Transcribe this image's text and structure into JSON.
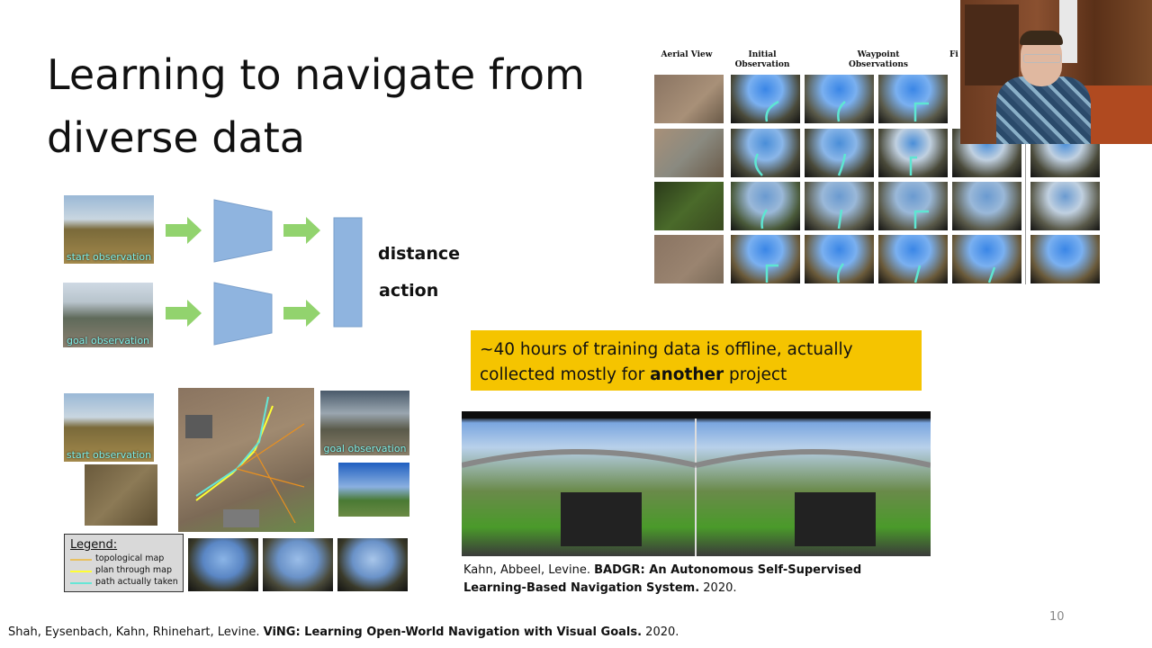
{
  "slide": {
    "title_line1": "Learning to navigate from",
    "title_line2": "diverse data",
    "page_number": "10"
  },
  "diagram": {
    "start_caption": "start observation",
    "goal_caption": "goal observation",
    "output_distance": "distance",
    "output_action": "action",
    "arrow_color": "#92d36e",
    "encoder_color": "#8fb4df"
  },
  "map_figure": {
    "start_caption": "start observation",
    "goal_caption": "goal observation",
    "legend": {
      "title": "Legend:",
      "items": [
        {
          "label": "topological map",
          "color": "#e8c060"
        },
        {
          "label": "plan through map",
          "color": "#ffff33"
        },
        {
          "label": "path actually taken",
          "color": "#66e6d6"
        }
      ]
    }
  },
  "callout": {
    "line1": "~40 hours of training data is offline, actually",
    "line2_prefix": "collected mostly for ",
    "line2_bold": "another",
    "line2_suffix": " project",
    "color": "#f5c400"
  },
  "grid_figure": {
    "headers": [
      "Aerial View",
      "Initial Observation",
      "Waypoint Observations",
      "Fi"
    ]
  },
  "citations": {
    "badgr_authors": "Kahn, Abbeel, Levine. ",
    "badgr_title": "BADGR: An Autonomous Self-Supervised Learning-Based Navigation System.",
    "badgr_year": " 2020.",
    "ving_authors": "Shah, Eysenbach, Kahn, Rhinehart, Levine. ",
    "ving_title": "ViNG: Learning Open-World Navigation with Visual Goals.",
    "ving_year": " 2020."
  }
}
